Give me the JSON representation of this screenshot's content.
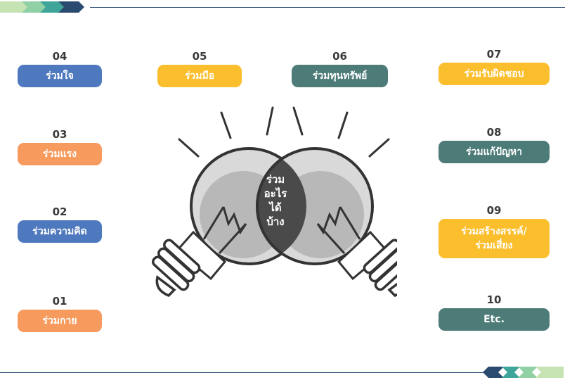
{
  "center_text": [
    "ร่วม",
    "อะไร",
    "ได้",
    "บ้าง"
  ],
  "colors": {
    "blue": "#4f79be",
    "orange": "#f79a5d",
    "yellow": "#fbbe2c",
    "teal": "#4d7c78",
    "navy": "#2b4a6f"
  },
  "items": {
    "i01": {
      "num": "01",
      "label": "ร่วมกาย"
    },
    "i02": {
      "num": "02",
      "label": "ร่วมความคิด"
    },
    "i03": {
      "num": "03",
      "label": "ร่วมแรง"
    },
    "i04": {
      "num": "04",
      "label": "ร่วมใจ"
    },
    "i05": {
      "num": "05",
      "label": "ร่วมมือ"
    },
    "i06": {
      "num": "06",
      "label": "ร่วมทุนทรัพย์"
    },
    "i07": {
      "num": "07",
      "label": "ร่วมรับผิดชอบ"
    },
    "i08": {
      "num": "08",
      "label": "ร่วมแก้ปัญหา"
    },
    "i09": {
      "num": "09",
      "label_line1": "ร่วมสร้างสรรค์/",
      "label_line2": "ร่วมเสี่ยง"
    },
    "i10": {
      "num": "10",
      "label": "Etc."
    }
  }
}
